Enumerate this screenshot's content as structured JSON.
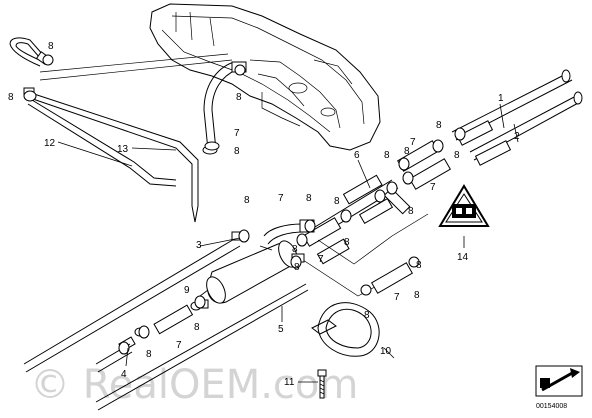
{
  "callouts": [
    "1",
    "2",
    "3",
    "4",
    "5",
    "6",
    "7",
    "8",
    "9",
    "10",
    "11",
    "12",
    "13",
    "14"
  ],
  "reference_number": "00154008",
  "watermark": "© RealOEM.com",
  "colors": {
    "line": "#000000",
    "background": "#ffffff",
    "watermark": "#d4d4d4",
    "label_bg": "#e6e6e6"
  },
  "icons": [
    "fuel-warning-triangle-icon",
    "diagram-arrow-icon"
  ]
}
